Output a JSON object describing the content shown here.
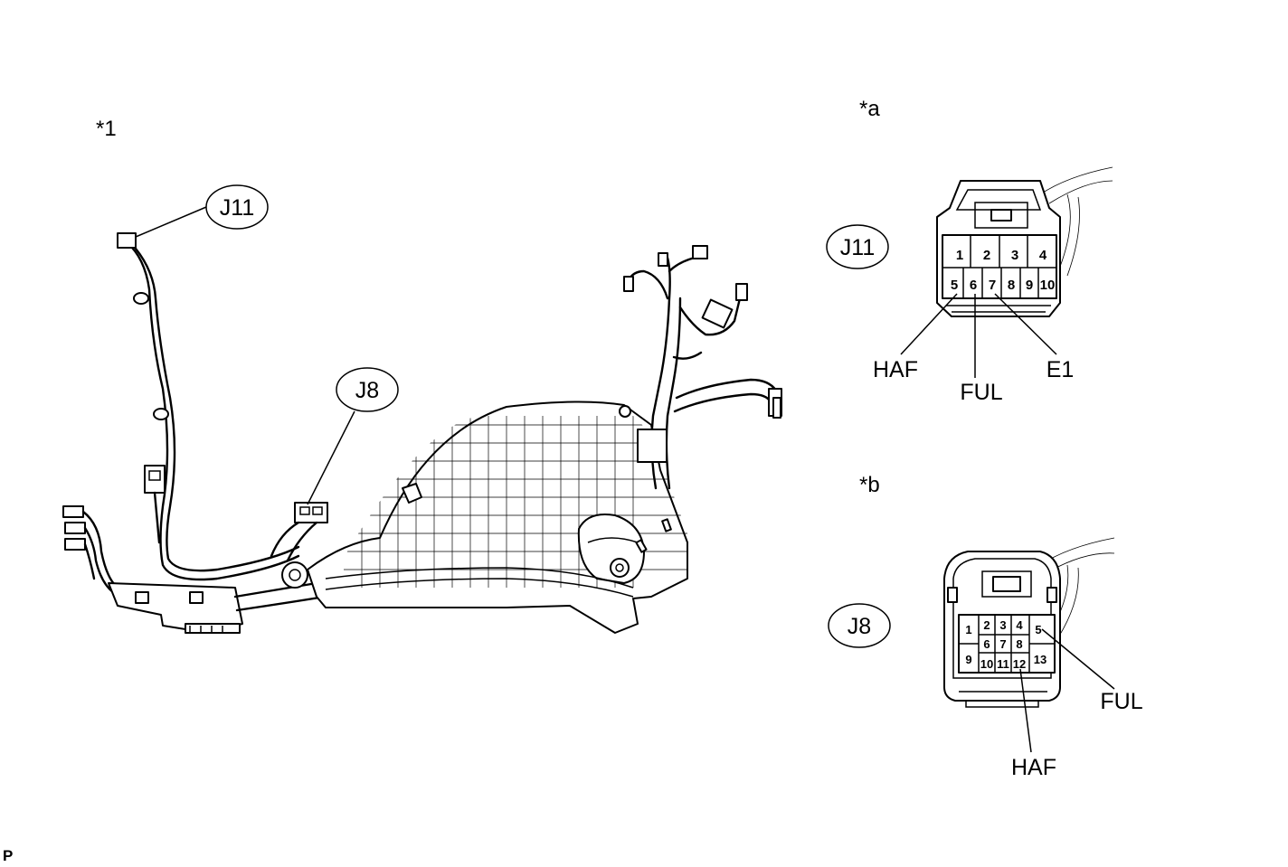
{
  "labels": {
    "view_1": "*1",
    "view_a": "*a",
    "view_b": "*b",
    "corner": "P"
  },
  "harness_callouts": {
    "j11": "J11",
    "j8": "J8"
  },
  "connector_a": {
    "label": "J11",
    "pins_top": [
      "1",
      "2",
      "3",
      "4"
    ],
    "pins_bottom": [
      "5",
      "6",
      "7",
      "8",
      "9",
      "10"
    ],
    "terminals": [
      "HAF",
      "FUL",
      "E1"
    ]
  },
  "connector_b": {
    "label": "J8",
    "pins": [
      "1",
      "2",
      "3",
      "4",
      "5",
      "6",
      "7",
      "8",
      "9",
      "10",
      "11",
      "12",
      "13"
    ],
    "terminals": [
      "FUL",
      "HAF"
    ]
  }
}
